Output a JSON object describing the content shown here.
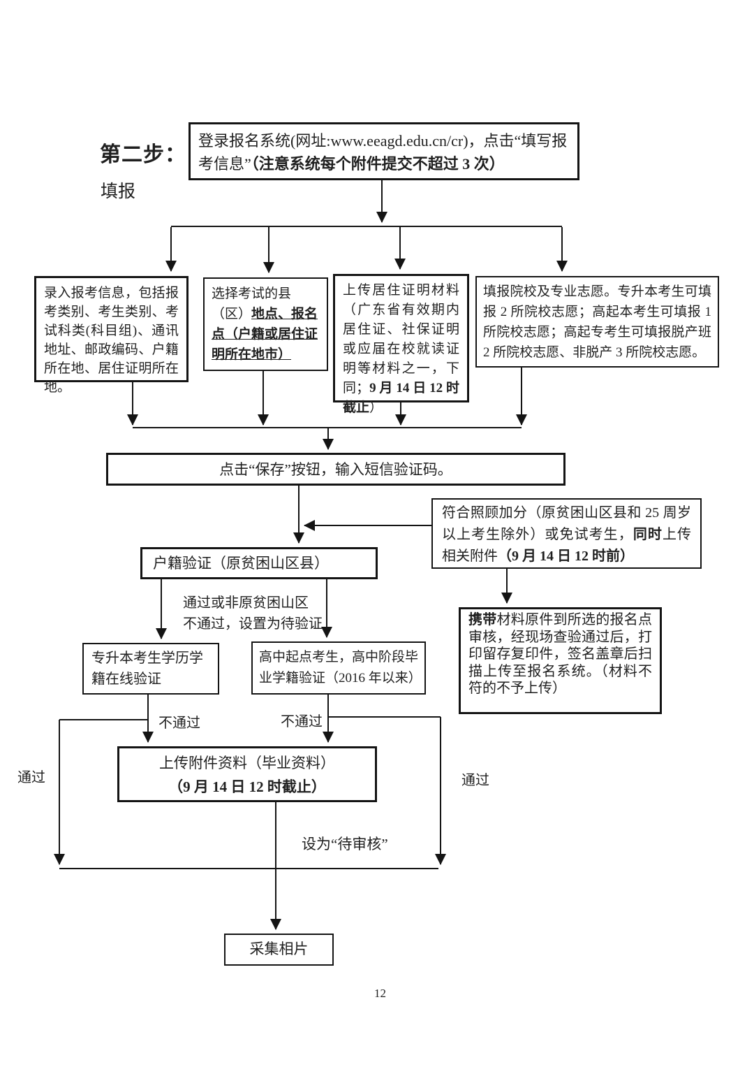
{
  "header": {
    "step_label": "第二步：",
    "step_sublabel": "填报"
  },
  "boxes": {
    "login": {
      "text": "登录报名系统(网址:www.eeagd.edu.cn/cr)，点击“填写报考信息”",
      "bold_note": "（注意系统每个附件提交不超过 3 次）"
    },
    "enter_info": {
      "text": "录入报考信息，包括报考类别、考生类别、考试科类(科目组)、通讯地址、邮政编码、户籍所在地、居住证明所在地。"
    },
    "select_site": {
      "text": "选择考试的县（区）",
      "bold_underline": "地点、报名点（户籍或居住证明所在地市）"
    },
    "upload_residence": {
      "text": "上传居住证明材料（广东省有效期内居住证、社保证明或应届在校就读证明等材料之一，下同；",
      "deadline_bold": "9 月 14 日 12 时截止",
      "suffix": "）"
    },
    "fill_volunteer": {
      "text": "填报院校及专业志愿。专升本考生可填报 2 所院校志愿；高起本考生可填报 1 所院校志愿；高起专考生可填报脱产班 2 所院校志愿、非脱产 3 所院校志愿。"
    },
    "save": {
      "text": "点击“保存”按钮，输入短信验证码。"
    },
    "bonus": {
      "text": "符合照顾加分（原贫困山区县和 25 周岁以上考生除外）或免试考生，",
      "bold1": "同时",
      "text2": "上传相关附件",
      "bold2": "（9 月 14 日 12 时前）"
    },
    "hukou_verify": {
      "text": "户籍验证（原贫困山区县）"
    },
    "onsite_review": {
      "bold": "携带",
      "text": "材料原件到所选的报名点审核，经现场查验通过后，打印留存复印件，签名盖章后扫描上传至报名系统。（材料不符的不予上传）"
    },
    "zsb_verify": {
      "text": "专升本考生学历学籍在线验证"
    },
    "hs_verify": {
      "text": "高中起点考生，高中阶段毕业学籍验证（2016 年以来）"
    },
    "upload_attachment": {
      "line1": "上传附件资料（毕业资料）",
      "line2_bold": "（9 月 14 日 12 时截止）"
    },
    "photo": {
      "text": "采集相片"
    }
  },
  "labels": {
    "hukou_pass": "通过或非原贫困山区",
    "hukou_fail": "不通过，设置为待验证",
    "fail_left": "不通过",
    "fail_right": "不通过",
    "pass_left": "通过",
    "pass_right": "通过",
    "pending": "设为“待审核”",
    "page_number": "12"
  },
  "colors": {
    "line": "#141414",
    "border": "#141414",
    "background": "#ffffff",
    "text": "#1f1f1f"
  }
}
